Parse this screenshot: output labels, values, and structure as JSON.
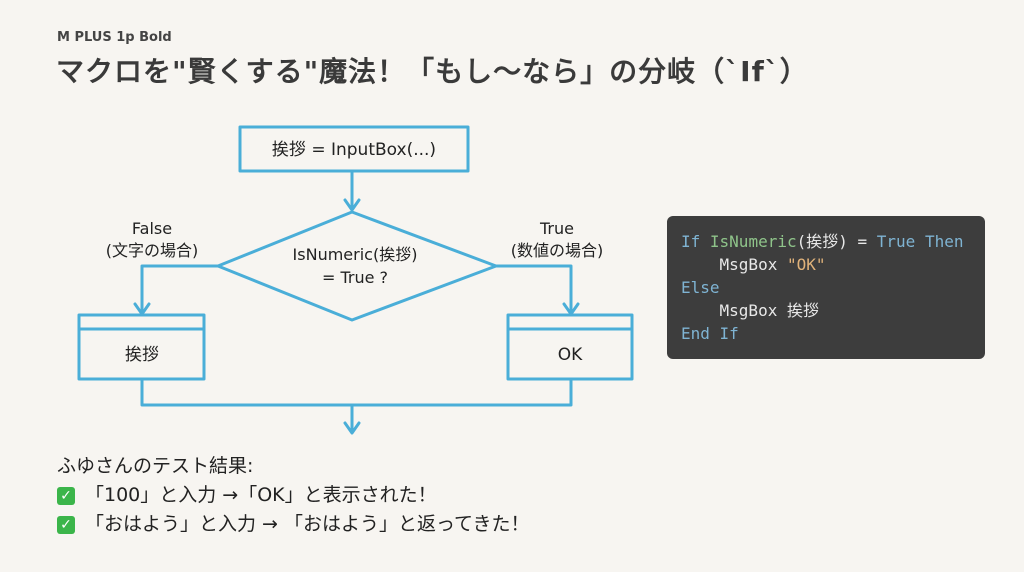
{
  "header": {
    "font_label": "M PLUS 1p Bold",
    "title": "マクロを\"賢くする\"魔法！「もし〜なら」の分岐（`If`）"
  },
  "flowchart": {
    "input_box": "挨拶 = InputBox(...)",
    "decision_line1": "IsNumeric(挨拶)",
    "decision_line2": "= True ?",
    "false_label": "False",
    "false_sub": "(文字の場合)",
    "true_label": "True",
    "true_sub": "(数値の場合)",
    "false_box": "挨拶",
    "true_box": "OK",
    "line_color": "#4aaed8"
  },
  "code": {
    "lines": [
      {
        "kw1": "If",
        "fn": "IsNumeric",
        "rest": "(挨拶) = ",
        "kw2": "True",
        "kw3": "Then"
      },
      {
        "indent": "    ",
        "text": "MsgBox ",
        "str": "\"OK\""
      },
      {
        "kw": "Else"
      },
      {
        "indent": "    ",
        "text": "MsgBox 挨拶"
      },
      {
        "kw": "End If"
      }
    ]
  },
  "results": {
    "heading": "ふゆさんのテスト結果:",
    "items": [
      "「100」と入力 →「OK」と表示された！",
      "「おはよう」と入力 → 「おはよう」と返ってきた！"
    ],
    "check_icon": "check-mark-button"
  }
}
